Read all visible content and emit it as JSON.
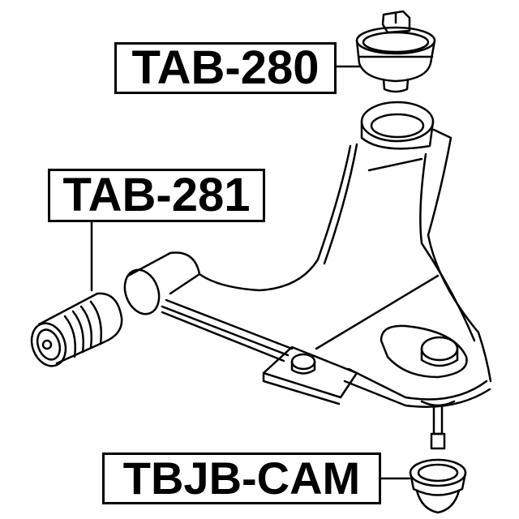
{
  "diagram": {
    "type": "exploded parts diagram",
    "subject": "front lower control arm with bushings and ball joint boot",
    "parts": [
      {
        "id": "upper-vertical-bushing",
        "label": "TAB-280"
      },
      {
        "id": "front-horizontal-bushing",
        "label": "TAB-281"
      },
      {
        "id": "ball-joint-boot",
        "label": "TBJB-CAM"
      }
    ],
    "colors": {
      "line": "#000000",
      "background": "#ffffff"
    }
  }
}
